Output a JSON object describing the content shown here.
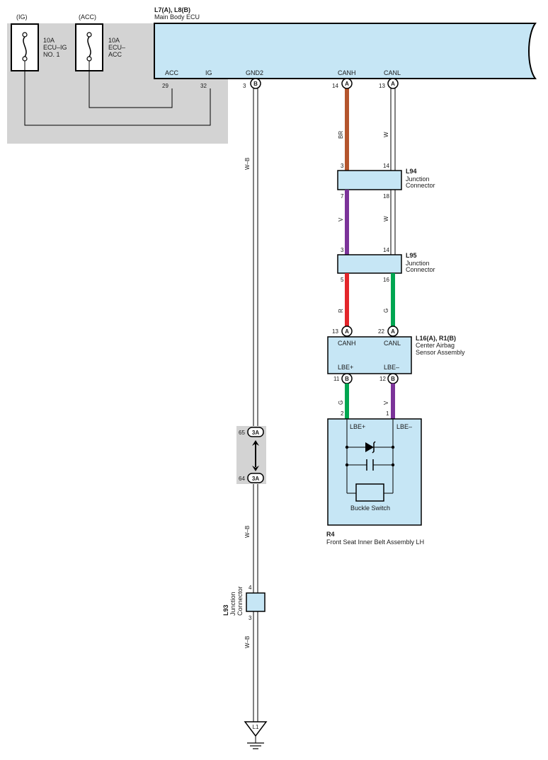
{
  "ecu": {
    "code": "L7(A), L8(B)",
    "name": "Main Body ECU",
    "terminals": [
      "ACC",
      "IG",
      "GND2",
      "CANH",
      "CANL"
    ],
    "pins": {
      "acc": "29",
      "ig": "32",
      "gnd2": "3",
      "canh": "14",
      "canl": "13"
    },
    "connectors": {
      "gnd2": "B",
      "canh": "A",
      "canl": "A"
    }
  },
  "fuses": [
    {
      "supply": "(IG)",
      "amp": "10A",
      "name_line1": "ECU–IG",
      "name_line2": "NO. 1"
    },
    {
      "supply": "(ACC)",
      "amp": "10A",
      "name_line1": "ECU–",
      "name_line2": "ACC"
    }
  ],
  "wire_colors": {
    "gnd": "W–B",
    "canh_top": "BR",
    "canl_top": "W",
    "canh_mid": "V",
    "canl_mid": "W",
    "canh_low": "R",
    "canl_low": "G",
    "lbe_plus": "G",
    "lbe_minus": "V"
  },
  "junctions": [
    {
      "code": "L94",
      "desc1": "Junction",
      "desc2": "Connector",
      "pins_top": [
        "3",
        "14"
      ],
      "pins_bottom": [
        "7",
        "18"
      ]
    },
    {
      "code": "L95",
      "desc1": "Junction",
      "desc2": "Connector",
      "pins_top": [
        "3",
        "14"
      ],
      "pins_bottom": [
        "5",
        "16"
      ]
    }
  ],
  "airbag": {
    "code": "L16(A), R1(B)",
    "name1": "Center Airbag",
    "name2": "Sensor Assembly",
    "canh": "CANH",
    "canl": "CANL",
    "lbe_plus": "LBE+",
    "lbe_minus": "LBE–",
    "pins_top": [
      "13",
      "22"
    ],
    "connector_top": "A",
    "pins_bottom": [
      "11",
      "12"
    ],
    "connector_bottom": "B"
  },
  "belt": {
    "code": "R4",
    "name": "Front Seat Inner Belt Assembly LH",
    "lbe_plus": "LBE+",
    "lbe_minus": "LBE–",
    "pin_plus": "2",
    "pin_minus": "1",
    "switch_label": "Buckle Switch"
  },
  "splice": {
    "pin_top": "65",
    "pin_bottom": "64",
    "label": "3A"
  },
  "l93": {
    "code": "L93",
    "desc1": "Junction",
    "desc2": "Connector",
    "pin_top": "4",
    "pin_bottom": "3"
  },
  "ground": {
    "label": "L1"
  },
  "colors": {
    "ecu_fill": "#c6e6f5",
    "panel_gray": "#d3d3d3",
    "BR": "#b4552d",
    "V": "#7b3399",
    "R": "#e3262b",
    "G": "#00a651",
    "W": "#ffffff"
  }
}
